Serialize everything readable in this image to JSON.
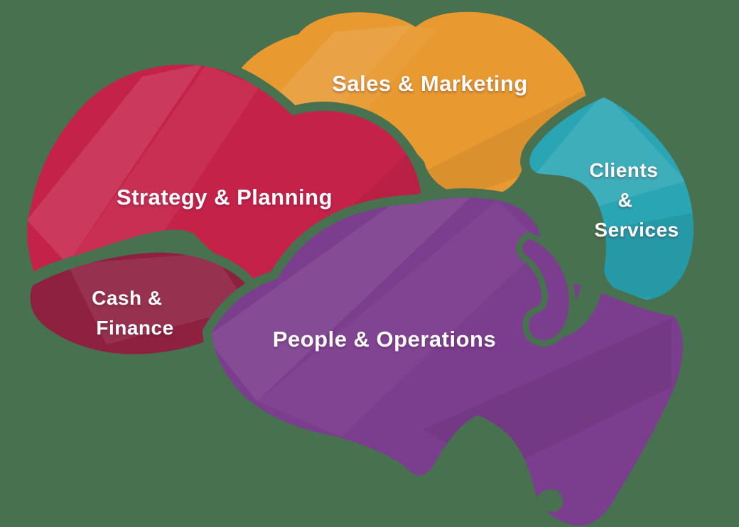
{
  "background_color": "#47714F",
  "text_color": "#FFFFFF",
  "diagram": "brain-shaped business infographic with five lobes",
  "regions": {
    "sales_marketing": {
      "label": "Sales & Marketing",
      "color": "#E8992F"
    },
    "strategy_planning": {
      "label": "Strategy & Planning",
      "color": "#C52249"
    },
    "clients_services": {
      "lines": [
        "Clients",
        "&",
        "Services"
      ],
      "color": "#29A5B4"
    },
    "cash_finance": {
      "lines": [
        "Cash &",
        "Finance"
      ],
      "color": "#8E2040"
    },
    "people_operations": {
      "label": "People & Operations",
      "color": "#7B3D8E"
    }
  }
}
